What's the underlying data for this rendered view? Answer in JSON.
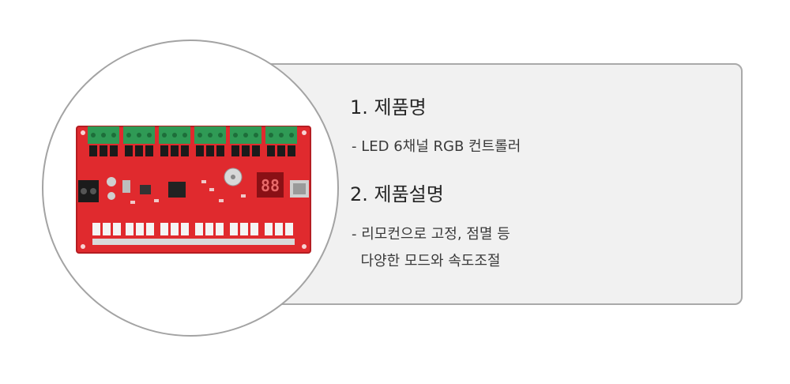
{
  "sections": [
    {
      "heading": "1. 제품명",
      "lines": [
        "- LED 6채널 RGB 컨트롤러"
      ]
    },
    {
      "heading": "2. 제품설명",
      "lines": [
        "- 리모컨으로 고정, 점멸 등",
        "  다양한 모드와 속도조절"
      ]
    }
  ],
  "colors": {
    "card_background": "#f1f1f1",
    "card_border": "#a9a9a9",
    "pcb_red": "#e02a2e",
    "terminal_green": "#2f9a55"
  }
}
